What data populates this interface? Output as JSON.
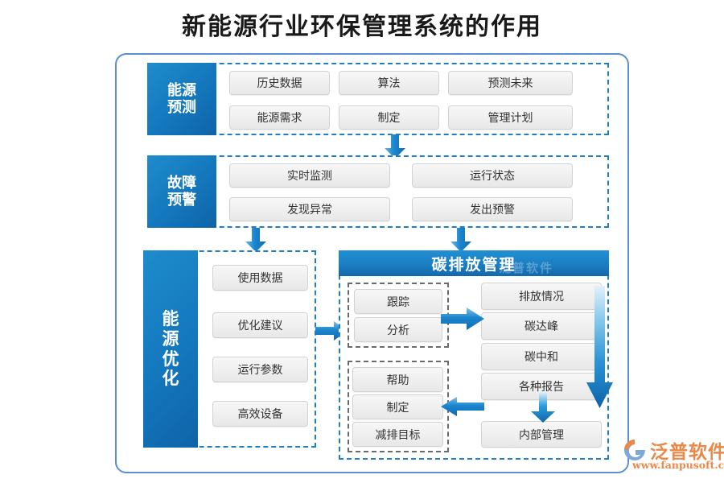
{
  "page": {
    "title": "新能源行业环保管理系统的作用"
  },
  "sections": {
    "forecast": {
      "label": "能源预测",
      "items": [
        "历史数据",
        "算法",
        "预测未来",
        "能源需求",
        "制定",
        "管理计划"
      ]
    },
    "fault": {
      "label": "故障预警",
      "items": [
        "实时监测",
        "运行状态",
        "发现异常",
        "发出预警"
      ]
    },
    "optimize": {
      "label": "能源优化",
      "label_chars": [
        "能",
        "源",
        "优",
        "化"
      ],
      "items": [
        "使用数据",
        "优化建议",
        "运行参数",
        "高效设备"
      ]
    },
    "carbon": {
      "header": "碳排放管理",
      "watermark": "泛普软件",
      "group_track": [
        "跟踪",
        "分析"
      ],
      "group_plan": [
        "帮助",
        "制定",
        "减排目标"
      ],
      "right_column": [
        "排放情况",
        "碳达峰",
        "碳中和",
        "各种报告"
      ],
      "bottom_box": "内部管理"
    }
  },
  "logo": {
    "name": "泛普软件",
    "url": "www.fanpusoft.com"
  },
  "colors": {
    "accent_blue": "#1a7cc0",
    "frame_blue": "#5b8fd4",
    "dashed_blue": "#1f7ec4",
    "chip_grey": "#efefef",
    "logo_orange": "#e8894a"
  }
}
